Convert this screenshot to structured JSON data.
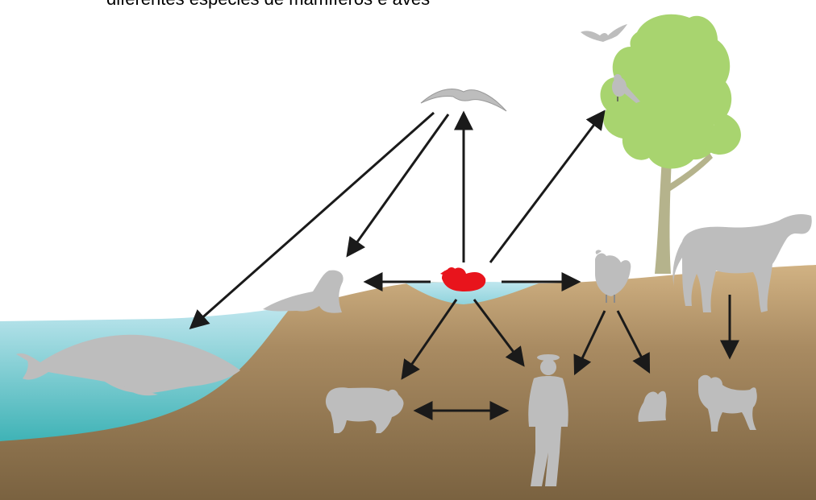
{
  "caption": "diferentes espécies de mamíferos e aves",
  "colors": {
    "ocean_light": "#BFE6EE",
    "ocean_dark": "#3FB3B6",
    "soil_top": "#D1B283",
    "soil_bottom": "#7A6240",
    "tree_foliage": "#A8D46F",
    "tree_trunk": "#B5B38C",
    "animal_gray": "#BDBDBD",
    "source_duck": "#E8141C",
    "arrow": "#1A1A1A"
  },
  "nodes": [
    {
      "id": "duck",
      "icon": "duck-icon",
      "role": "source"
    },
    {
      "id": "seabird",
      "icon": "seagull-icon"
    },
    {
      "id": "bat",
      "icon": "bat-icon"
    },
    {
      "id": "perching-bird",
      "icon": "bird-icon"
    },
    {
      "id": "tree",
      "icon": "tree-icon"
    },
    {
      "id": "sea-lion",
      "icon": "sea-lion-icon"
    },
    {
      "id": "whale",
      "icon": "whale-icon"
    },
    {
      "id": "chicken",
      "icon": "chicken-icon"
    },
    {
      "id": "horse",
      "icon": "horse-icon"
    },
    {
      "id": "pig",
      "icon": "pig-icon"
    },
    {
      "id": "human",
      "icon": "human-icon"
    },
    {
      "id": "cat",
      "icon": "cat-icon"
    },
    {
      "id": "dog",
      "icon": "dog-icon"
    }
  ],
  "edges": [
    {
      "from": "duck",
      "to": "seabird"
    },
    {
      "from": "duck",
      "to": "perching-bird"
    },
    {
      "from": "duck",
      "to": "sea-lion"
    },
    {
      "from": "duck",
      "to": "chicken"
    },
    {
      "from": "duck",
      "to": "pig"
    },
    {
      "from": "duck",
      "to": "human"
    },
    {
      "from": "seabird",
      "to": "sea-lion"
    },
    {
      "from": "seabird",
      "to": "whale"
    },
    {
      "from": "chicken",
      "to": "human"
    },
    {
      "from": "chicken",
      "to": "cat"
    },
    {
      "from": "horse",
      "to": "dog"
    },
    {
      "from": "pig",
      "to": "human",
      "bidirectional": true
    }
  ]
}
